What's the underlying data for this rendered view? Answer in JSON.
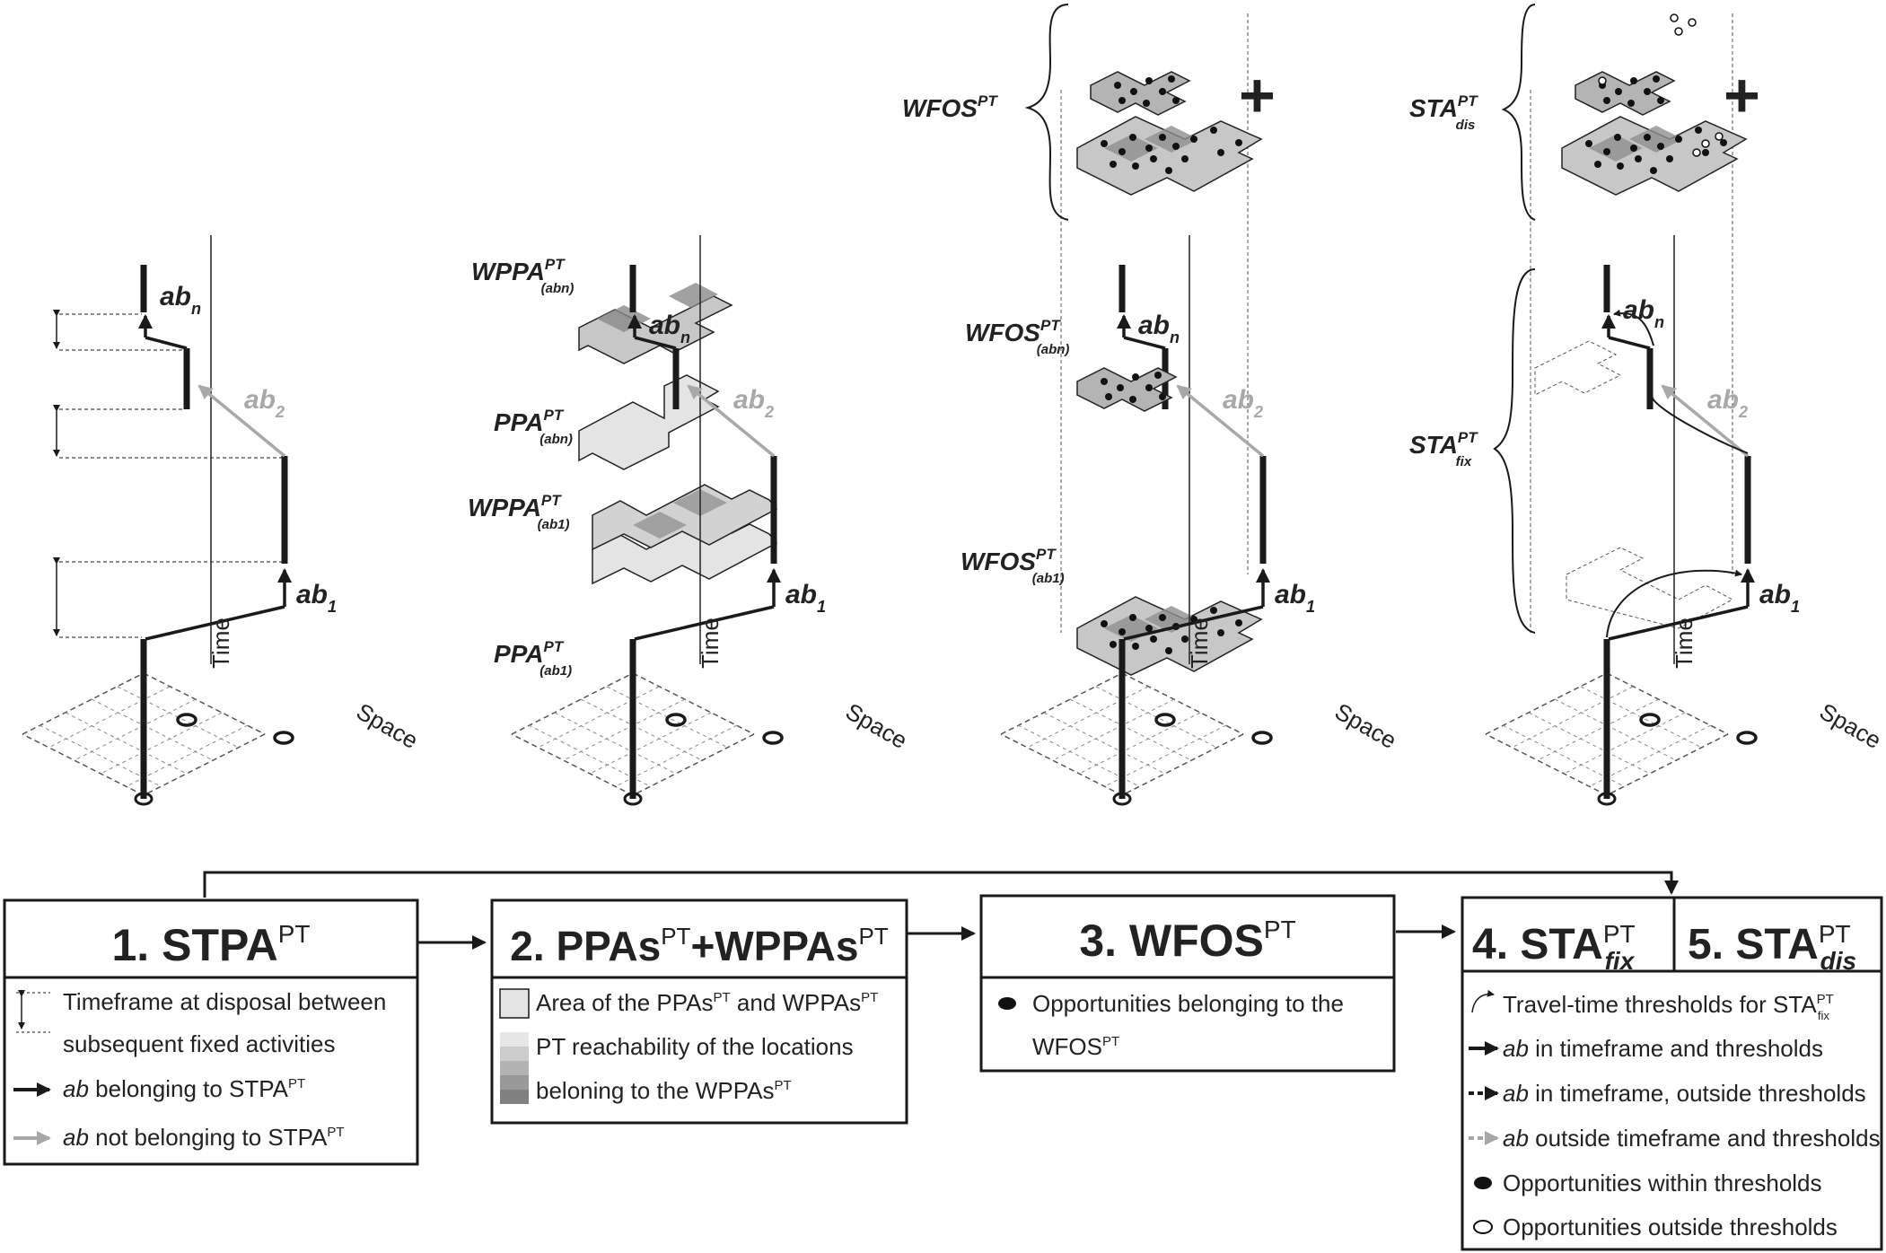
{
  "axes": {
    "time": "Time",
    "space": "Space"
  },
  "panel1": {
    "ab_n": {
      "base": "ab",
      "sub": "n"
    },
    "ab_2": {
      "base": "ab",
      "sub": "2"
    },
    "ab_1": {
      "base": "ab",
      "sub": "1"
    }
  },
  "panel2": {
    "wppa_abn": {
      "base": "WPPA",
      "sup": "PT",
      "sub": "(abn)"
    },
    "ppa_abn": {
      "base": "PPA",
      "sup": "PT",
      "sub": "(abn)"
    },
    "wppa_ab1": {
      "base": "WPPA",
      "sup": "PT",
      "sub": "(ab1)"
    },
    "ppa_ab1": {
      "base": "PPA",
      "sup": "PT",
      "sub": "(ab1)"
    }
  },
  "panel3": {
    "wfos": {
      "base": "WFOS",
      "sup": "PT"
    },
    "wfos_abn": {
      "base": "WFOS",
      "sup": "PT",
      "sub": "(abn)"
    },
    "wfos_ab1": {
      "base": "WFOS",
      "sup": "PT",
      "sub": "(ab1)"
    },
    "plus": "+"
  },
  "panel4": {
    "sta_dis": {
      "base": "STA",
      "sup": "PT",
      "sub": "dis"
    },
    "sta_fix": {
      "base": "STA",
      "sup": "PT",
      "sub": "fix"
    },
    "plus": "+"
  },
  "steps": [
    {
      "num": "1.",
      "name": "STPA",
      "sup": "PT"
    },
    {
      "num": "2.",
      "name": "PPAs",
      "sup": "PT",
      "name2": "+WPPAs",
      "sup2": "PT"
    },
    {
      "num": "3.",
      "name": "WFOS",
      "sup": "PT"
    },
    {
      "num": "4.",
      "name": "STA",
      "sup": "PT",
      "sub": "fix"
    },
    {
      "num": "5.",
      "name": "STA",
      "sup": "PT",
      "sub": "dis"
    }
  ],
  "legend1": {
    "timeframe_line1": "Timeframe at disposal between",
    "timeframe_line2": "subsequent fixed activities",
    "belong_ab": "ab",
    "belong_rest": " belonging to STPA",
    "belong_sup": "PT",
    "notbelong_ab": "ab",
    "notbelong_rest": " not belonging to STPA",
    "notbelong_sup": "PT"
  },
  "legend2": {
    "area_a": "Area of the PPAs",
    "area_sup1": "PT",
    "area_b": " and WPPAs",
    "area_sup2": "PT",
    "reach_line1": "PT reachability of the locations",
    "reach_line2": "beloning to the WPPAs",
    "reach_sup": "PT"
  },
  "legend3": {
    "opp_line1": "Opportunities belonging to the",
    "opp_line2": "WFOS",
    "opp_sup": "PT"
  },
  "legend4": {
    "thresh": "Travel-time thresholds for STA",
    "thresh_sup": "PT",
    "thresh_sub": "fix",
    "in_tf_ab": "ab",
    "in_tf_rest": " in timeframe and thresholds",
    "in_tf_out_ab": "ab",
    "in_tf_out_rest": " in timeframe, outside thresholds",
    "out_ab": "ab",
    "out_rest": " outside timeframe and thresholds",
    "opp_in": "Opportunities within thresholds",
    "opp_out": "Opportunities outside thresholds"
  },
  "colors": {
    "ink": "#1a1a1a",
    "grey_arrow": "#a8a8a8",
    "area": "#e0e0e0",
    "dark_cell": "#888888"
  }
}
